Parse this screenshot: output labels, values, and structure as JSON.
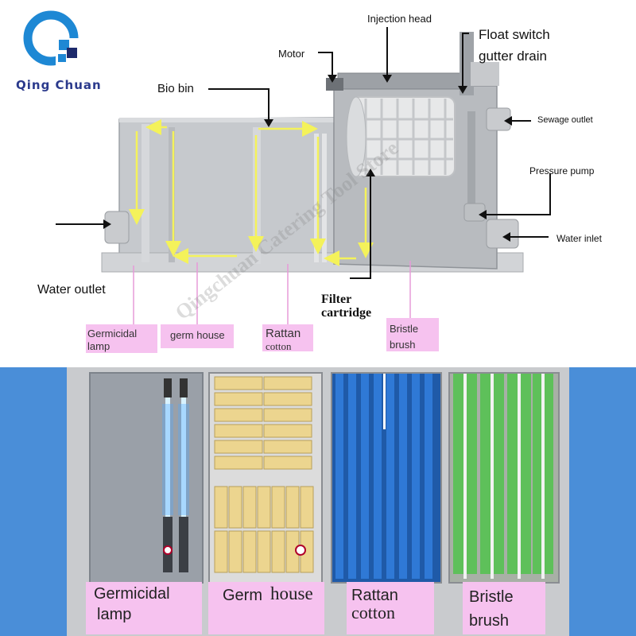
{
  "brand": {
    "name": "Qing Chuan",
    "colors": {
      "blue": "#1e88d4",
      "navy": "#1d2a6b"
    }
  },
  "labels": {
    "injection_head": "Injection head",
    "motor": "Motor",
    "float_switch": "Float switch",
    "gutter_drain": "gutter drain",
    "bio_bin": "Bio bin",
    "sewage_outlet": "Sewage outlet",
    "pressure_pump": "Pressure pump",
    "water_inlet": "Water inlet",
    "water_outlet": "Water outlet",
    "filter_cartridge_1": "Filter",
    "filter_cartridge_2": "cartridge"
  },
  "top_media": {
    "germicidal_1": "Germicidal",
    "germicidal_2": "lamp",
    "germ_house": "germ house",
    "rattan_1": "Rattan",
    "rattan_2": "cotton",
    "bristle_1": "Bristle",
    "bristle_2": "brush"
  },
  "bottom_media": {
    "germicidal_1": "Germicidal",
    "germicidal_2": "lamp",
    "germ": "Germ",
    "house": "house",
    "rattan": "Rattan",
    "cotton": "cotton",
    "bristle": "Bristle",
    "brush": "brush"
  },
  "watermark": "Qingchuan Catering Tool Store",
  "colors": {
    "flow_arrow": "#f4f25a",
    "pink_label": "#f6c2ef",
    "bottom_bg": "#4a8ed8",
    "panel_grey": "#a9adb4"
  }
}
